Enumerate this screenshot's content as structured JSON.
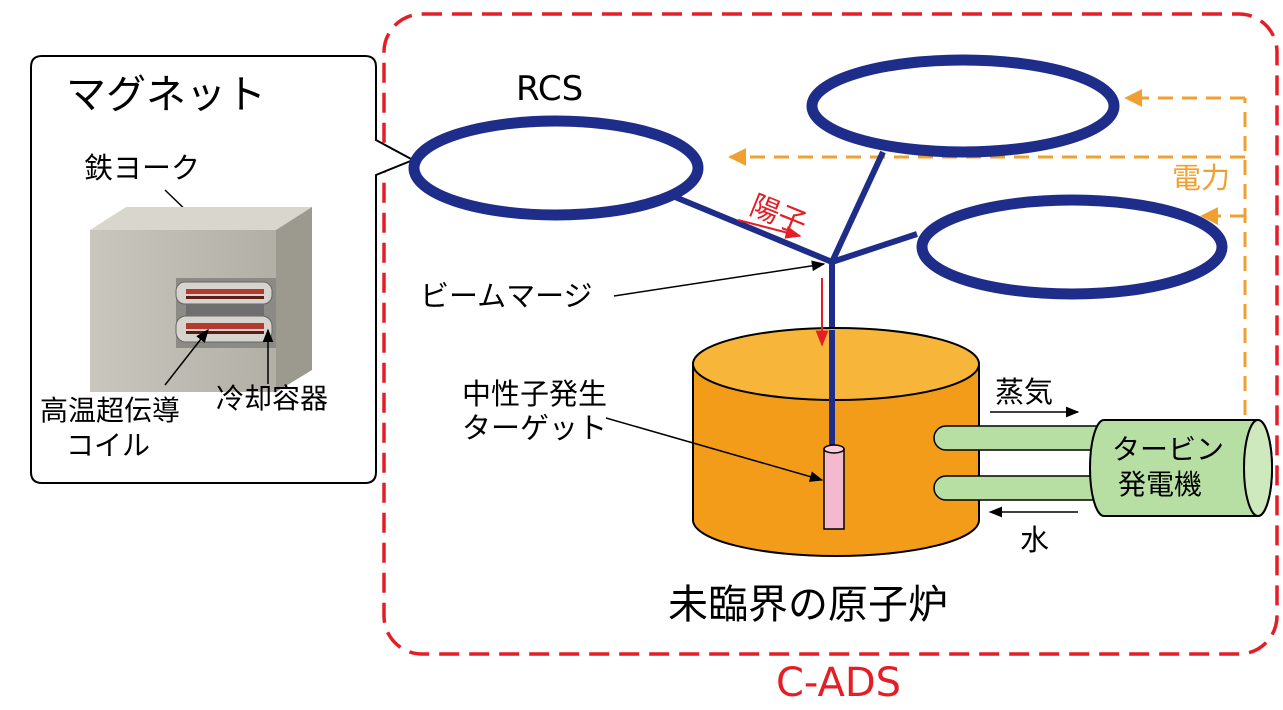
{
  "magnet": {
    "title": "マグネット",
    "iron_yoke": "鉄ヨーク",
    "hts_coil_line1": "高温超伝導",
    "hts_coil_line2": "コイル",
    "cooling_vessel": "冷却容器"
  },
  "rcs_label": "RCS",
  "proton_label": "陽子",
  "power_label": "電力",
  "beam_merge_label": "ビームマージ",
  "target_line1": "中性子発生",
  "target_line2": "ターゲット",
  "steam_label": "蒸気",
  "water_label": "水",
  "turbine_line1": "タービン",
  "turbine_line2": "発電機",
  "reactor_label": "未臨界の原子炉",
  "system_label": "C-ADS",
  "colors": {
    "ring": "#1f2d8a",
    "red": "#e41e26",
    "orange": "#f0a030",
    "reactor": "#f29c1a",
    "reactor_top": "#f7b63a",
    "turbine": "#b7dfa4",
    "target": "#f4b8cf"
  }
}
